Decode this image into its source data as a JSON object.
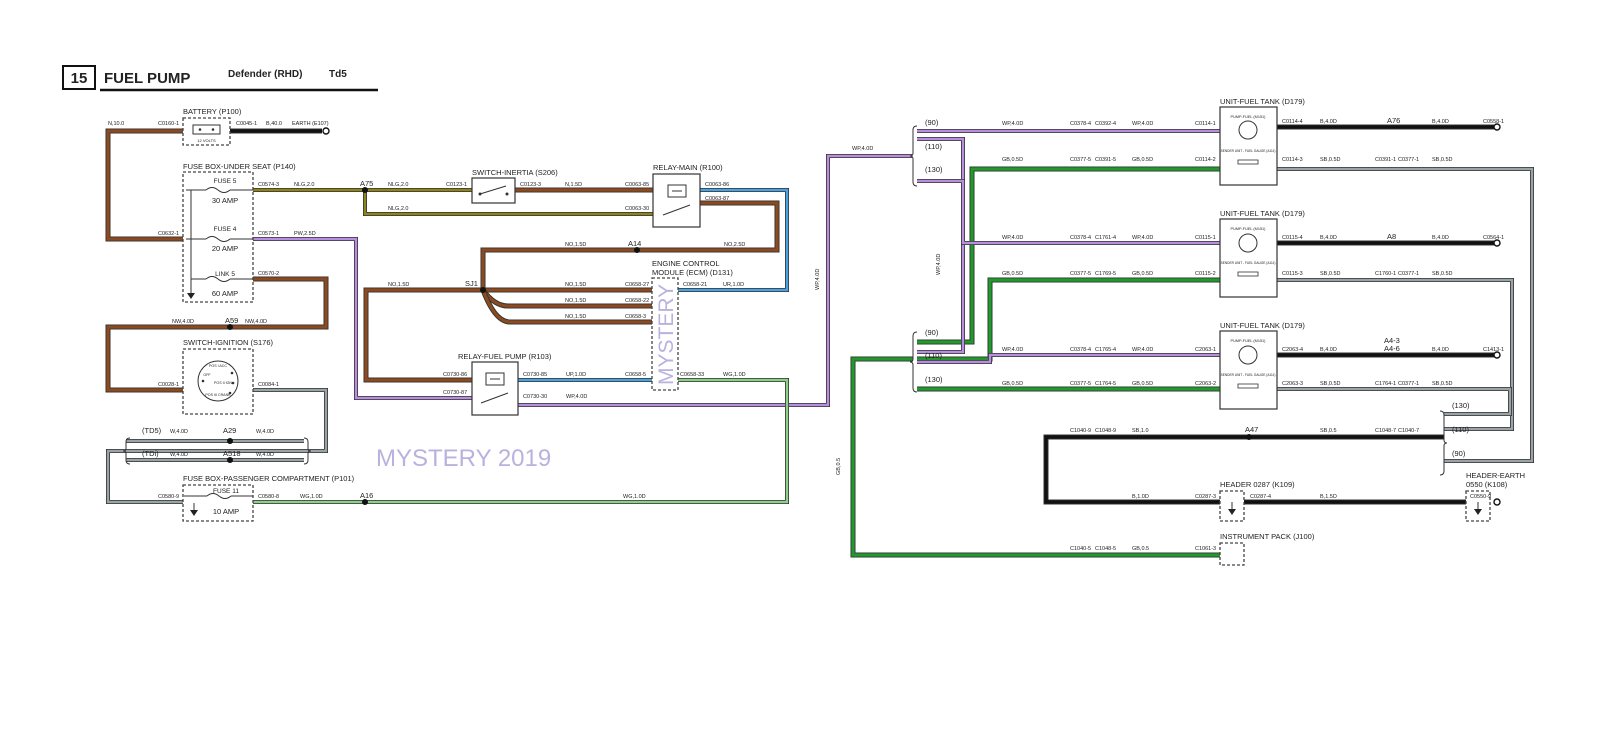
{
  "page": {
    "number": "15",
    "title": "FUEL PUMP",
    "model": "Defender (RHD)",
    "engine": "Td5",
    "watermark": "MYSTERY 2019",
    "watermark_vertical": "MYSTERY"
  },
  "colors": {
    "brown": "#8b4a1f",
    "black": "#111111",
    "olive": "#8d8420",
    "purple": "#b98ee0",
    "blue": "#4aa3e0",
    "green": "#1f9a2b",
    "lightgreen": "#8ed08a",
    "grey": "#9aa4a6",
    "white": "#ffffff"
  },
  "components": {
    "battery": {
      "label": "BATTERY (P100)",
      "inner": "12 VOLTS"
    },
    "fusebox_seat": {
      "label": "FUSE BOX-UNDER SEAT (P140)",
      "fuse5": "FUSE 5",
      "fuse5_rating": "30 AMP",
      "fuse4": "FUSE 4",
      "fuse4_rating": "20 AMP",
      "link5": "LINK 5",
      "link5_rating": "60 AMP"
    },
    "switch_inertia": {
      "label": "SWITCH-INERTIA (S206)"
    },
    "relay_main": {
      "label": "RELAY-MAIN (R100)"
    },
    "ecm": {
      "label1": "ENGINE CONTROL",
      "label2": "MODULE (ECM) (D131)"
    },
    "relay_pump": {
      "label": "RELAY-FUEL PUMP (R103)"
    },
    "switch_ignition": {
      "label": "SWITCH-IGNITION (S176)",
      "pos1": "POS I ACC",
      "pos2": "POS II IGN",
      "pos3": "POS III CRANK",
      "off": "OFF"
    },
    "fusebox_pass": {
      "label": "FUSE BOX-PASSENGER COMPARTMENT (P101)",
      "fuse": "FUSE 11",
      "rating": "10 AMP"
    },
    "tank1": {
      "label": "UNIT-FUEL TANK (D179)",
      "pump": "PUMP-FUEL (M151)",
      "sender": "SENDER UNIT - FUEL GAUGE (A111)"
    },
    "tank2": {
      "label": "UNIT-FUEL TANK (D179)",
      "pump": "PUMP-FUEL (M151)",
      "sender": "SENDER UNIT - FUEL GAUGE (A111)"
    },
    "tank3": {
      "label": "UNIT-FUEL TANK (D179)",
      "pump": "PUMP-FUEL (M151)",
      "sender": "SENDER UNIT - FUEL GAUGE (A111)"
    },
    "header_k109": {
      "label": "HEADER 0287 (K109)"
    },
    "header_earth": {
      "label1": "HEADER-EARTH",
      "label2": "0550 (K108)"
    },
    "instrument_pack": {
      "label": "INSTRUMENT PACK (J100)"
    }
  },
  "labels": [
    "N,10.0",
    "C0160-1",
    "C0045-1",
    "B,40.0",
    "EARTH (E107)",
    "C0574-3",
    "NLG,2.0",
    "A75",
    "NLG,2.0",
    "C0123-1",
    "C0123-3",
    "N,1.5D",
    "C0063-85",
    "C0063-86",
    "NLG,2.0",
    "C0063-30",
    "C0063-87",
    "C0632-1",
    "C0573-1",
    "PW,2.5D",
    "NO,1.5D",
    "A14",
    "NO,2.5D",
    "C0570-2",
    "NO,1.5D",
    "SJ1",
    "NO,1.5D",
    "C0658-27",
    "C0658-21",
    "UR,1.0D",
    "NO,1.5D",
    "C0658-22",
    "NO,1.5D",
    "C0658-3",
    "NW,4.0D",
    "A59",
    "NW,4.0D",
    "C0730-86",
    "C0730-85",
    "UP,1.0D",
    "C0658-5",
    "C0658-33",
    "WG,1.0D",
    "C0028-1",
    "C0084-1",
    "C0730-87",
    "C0730-30",
    "WP,4.0D",
    "(TD5)",
    "W,4.0D",
    "A29",
    "W,4.0D",
    "(TDi)",
    "W,4.0D",
    "A518",
    "W,4.0D",
    "C0580-9",
    "C0580-8",
    "WG,1.0D",
    "A16",
    "WG,1.0D",
    "WP,4.0D",
    "WP,4.0D",
    "WP,4.0D",
    "GB,0.5",
    "(90)",
    "(110)",
    "(130)",
    "WP,4.0D",
    "C0378-4",
    "C0392-4",
    "WP,4.0D",
    "C0114-1",
    "C0114-4",
    "B,4.0D",
    "A76",
    "B,4.0D",
    "C0558-1",
    "GB,0.5D",
    "C0377-5",
    "C0391-5",
    "GB,0.5D",
    "C0114-2",
    "C0114-3",
    "SB,0.5D",
    "C0391-1",
    "C0377-1",
    "SB,0.5D",
    "WP,4.0D",
    "C0378-4",
    "C1761-4",
    "WP,4.0D",
    "C0115-1",
    "C0115-4",
    "B,4.0D",
    "A8",
    "B,4.0D",
    "C0564-1",
    "GB,0.5D",
    "C0377-5",
    "C1769-5",
    "GB,0.5D",
    "C0115-2",
    "C0115-3",
    "SB,0.5D",
    "C1760-1",
    "C0377-1",
    "SB,0.5D",
    "(90)",
    "(110)",
    "(130)",
    "WP,4.0D",
    "C0378-4",
    "C1765-4",
    "WP,4.0D",
    "C2063-1",
    "C2063-4",
    "B,4.0D",
    "A4-3",
    "A4-6",
    "B,4.0D",
    "C1413-1",
    "GB,0.5D",
    "C0377-5",
    "C1764-5",
    "GB,0.5D",
    "C2063-2",
    "C2063-3",
    "SB,0.5D",
    "C1764-1",
    "C0377-1",
    "SB,0.5D",
    "C1040-9",
    "C1048-9",
    "SB,1.0",
    "A47",
    "SB,0.5",
    "C1048-7",
    "C1040-7",
    "(130)",
    "(110)",
    "(90)",
    "B,1.0D",
    "C0287-3",
    "C0287-4",
    "B,1.5D",
    "C0550-9",
    "C1040-5",
    "C1048-5",
    "GB,0.5",
    "C1061-3"
  ]
}
